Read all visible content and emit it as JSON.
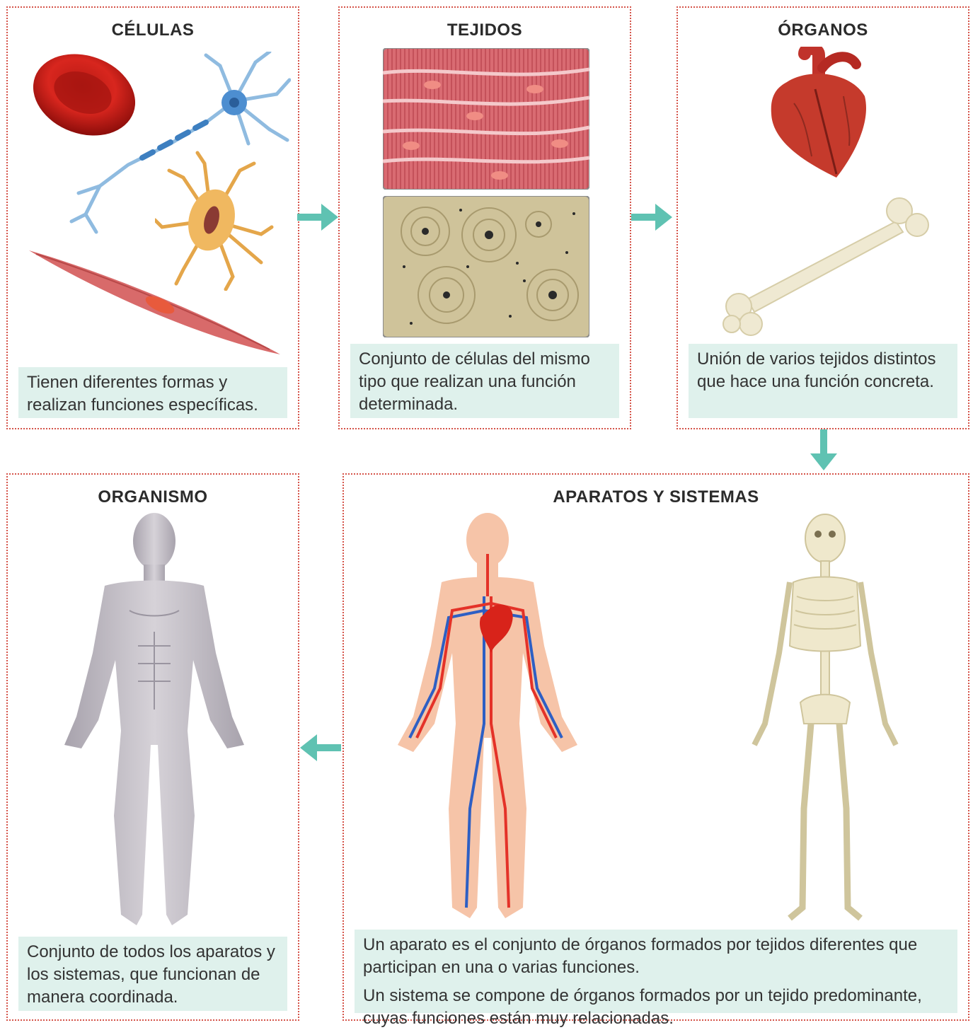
{
  "panels": {
    "celulas": {
      "title": "CÉLULAS",
      "caption": "Tienen diferentes formas y realizan funciones específicas.",
      "illustrations": [
        "red-blood-cell",
        "neuron",
        "bone-cell",
        "muscle-cell"
      ]
    },
    "tejidos": {
      "title": "TEJIDOS",
      "caption": "Conjunto de células del mismo tipo que realizan una función determinada.",
      "illustrations": [
        "muscle-tissue",
        "bone-tissue"
      ]
    },
    "organos": {
      "title": "ÓRGANOS",
      "caption": "Unión de varios tejidos distintos que hace una función concreta.",
      "illustrations": [
        "heart",
        "femur-bone"
      ]
    },
    "aparatos": {
      "title": "APARATOS Y SISTEMAS",
      "caption_1": "Un aparato es el conjunto de órganos formados por tejidos diferentes que participan en una o varias funciones.",
      "caption_2": "Un sistema se compone de órganos formados por un tejido predominante, cuyas funciones están muy relacionadas.",
      "illustrations": [
        "circulatory-system",
        "skeleton"
      ]
    },
    "organismo": {
      "title": "ORGANISMO",
      "caption": "Conjunto de todos los aparatos y los sistemas, que funcionan de manera coordinada.",
      "illustrations": [
        "human-body"
      ]
    }
  },
  "colors": {
    "border": "#d5544a",
    "arrow": "#5fc2b2",
    "caption_bg": "#dff1ec"
  },
  "arrows": [
    "right-arrow",
    "right-arrow",
    "down-arrow",
    "left-arrow"
  ]
}
